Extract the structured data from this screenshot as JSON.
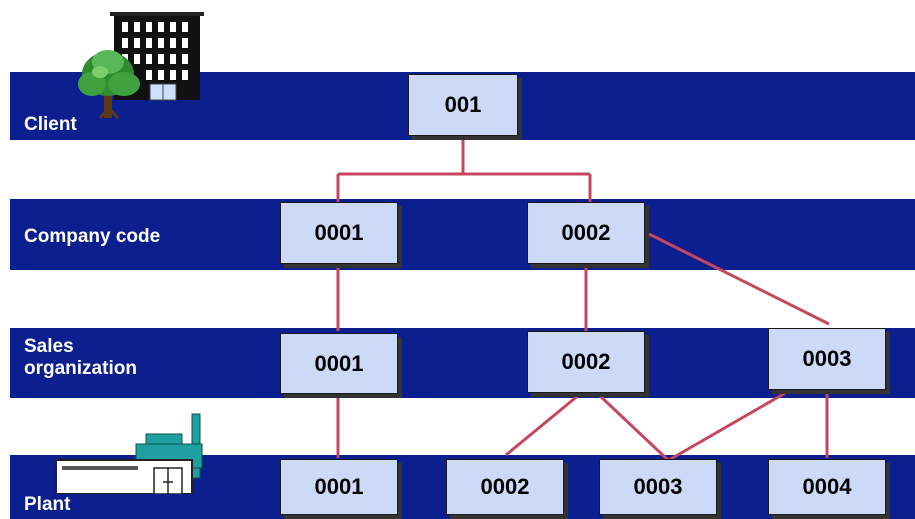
{
  "levels": {
    "client": "Client",
    "company_code": "Company code",
    "sales_organization": "Sales\norganization",
    "plant": "Plant"
  },
  "nodes": {
    "client": [
      "001"
    ],
    "company_code": [
      "0001",
      "0002"
    ],
    "sales_organization": [
      "0001",
      "0002",
      "0003"
    ],
    "plant": [
      "0001",
      "0002",
      "0003",
      "0004"
    ]
  },
  "icons": {
    "client": "office-building-with-tree-icon",
    "plant": "factory-icon"
  },
  "colors": {
    "band": "#0c1f8f",
    "node_fill": "#ccd9f7",
    "connector": "#c7465f"
  },
  "relationships": [
    {
      "from": "client.001",
      "to": "company_code.0001"
    },
    {
      "from": "client.001",
      "to": "company_code.0002"
    },
    {
      "from": "company_code.0001",
      "to": "sales_organization.0001"
    },
    {
      "from": "company_code.0002",
      "to": "sales_organization.0002"
    },
    {
      "from": "company_code.0002",
      "to": "sales_organization.0003"
    },
    {
      "from": "sales_organization.0001",
      "to": "plant.0001"
    },
    {
      "from": "sales_organization.0002",
      "to": "plant.0002"
    },
    {
      "from": "sales_organization.0002",
      "to": "plant.0003"
    },
    {
      "from": "sales_organization.0003",
      "to": "plant.0003"
    },
    {
      "from": "sales_organization.0003",
      "to": "plant.0004"
    }
  ]
}
